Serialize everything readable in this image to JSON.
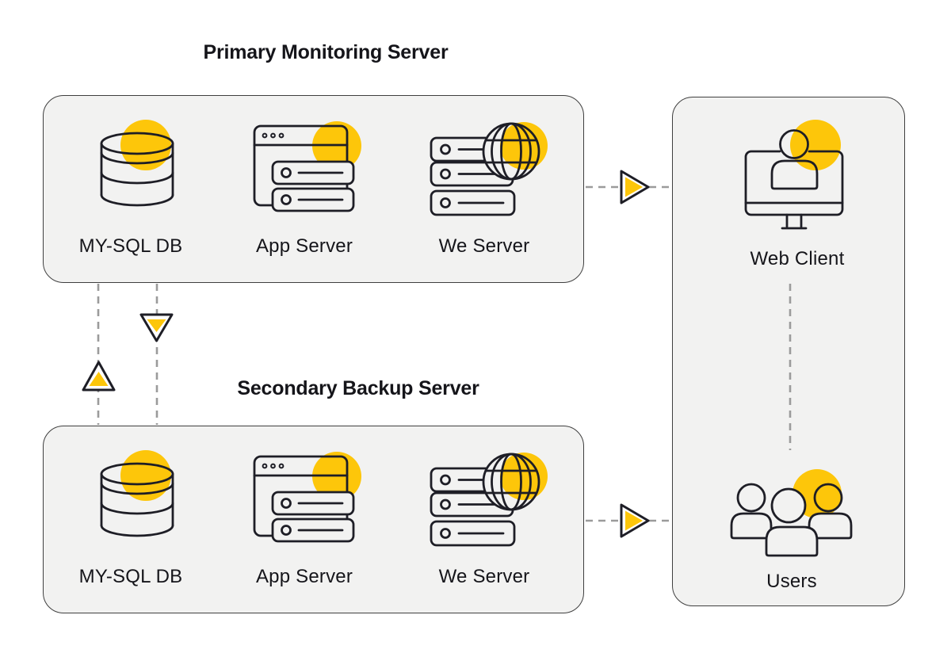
{
  "colors": {
    "accent": "#FDC60A",
    "ink": "#1E1E26",
    "panel_bg": "#F2F2F1",
    "panel_border": "#3F3F3F",
    "dash": "#9B9B9B",
    "text": "#15151A"
  },
  "primary_panel": {
    "title": "Primary Monitoring Server",
    "nodes": [
      {
        "label": "MY-SQL DB",
        "icon": "database-icon"
      },
      {
        "label": "App Server",
        "icon": "app-server-icon"
      },
      {
        "label": "We Server",
        "icon": "web-server-icon"
      }
    ]
  },
  "secondary_panel": {
    "title": "Secondary Backup Server",
    "nodes": [
      {
        "label": "MY-SQL DB",
        "icon": "database-icon"
      },
      {
        "label": "App Server",
        "icon": "app-server-icon"
      },
      {
        "label": "We Server",
        "icon": "web-server-icon"
      }
    ]
  },
  "client_panel": {
    "nodes": [
      {
        "label": "Web Client",
        "icon": "web-client-icon"
      },
      {
        "label": "Users",
        "icon": "users-icon"
      }
    ]
  },
  "edges": [
    {
      "from": "Primary Monitoring Server",
      "to": "Web Client",
      "type": "dashed-arrow-right"
    },
    {
      "from": "Secondary Backup Server",
      "to": "Users",
      "type": "dashed-arrow-right"
    },
    {
      "from": "Primary Monitoring Server",
      "to": "Secondary Backup Server",
      "type": "dashed-arrow-down"
    },
    {
      "from": "Secondary Backup Server",
      "to": "Primary Monitoring Server",
      "type": "dashed-arrow-up"
    },
    {
      "from": "Web Client",
      "to": "Users",
      "type": "dashed-line"
    }
  ]
}
